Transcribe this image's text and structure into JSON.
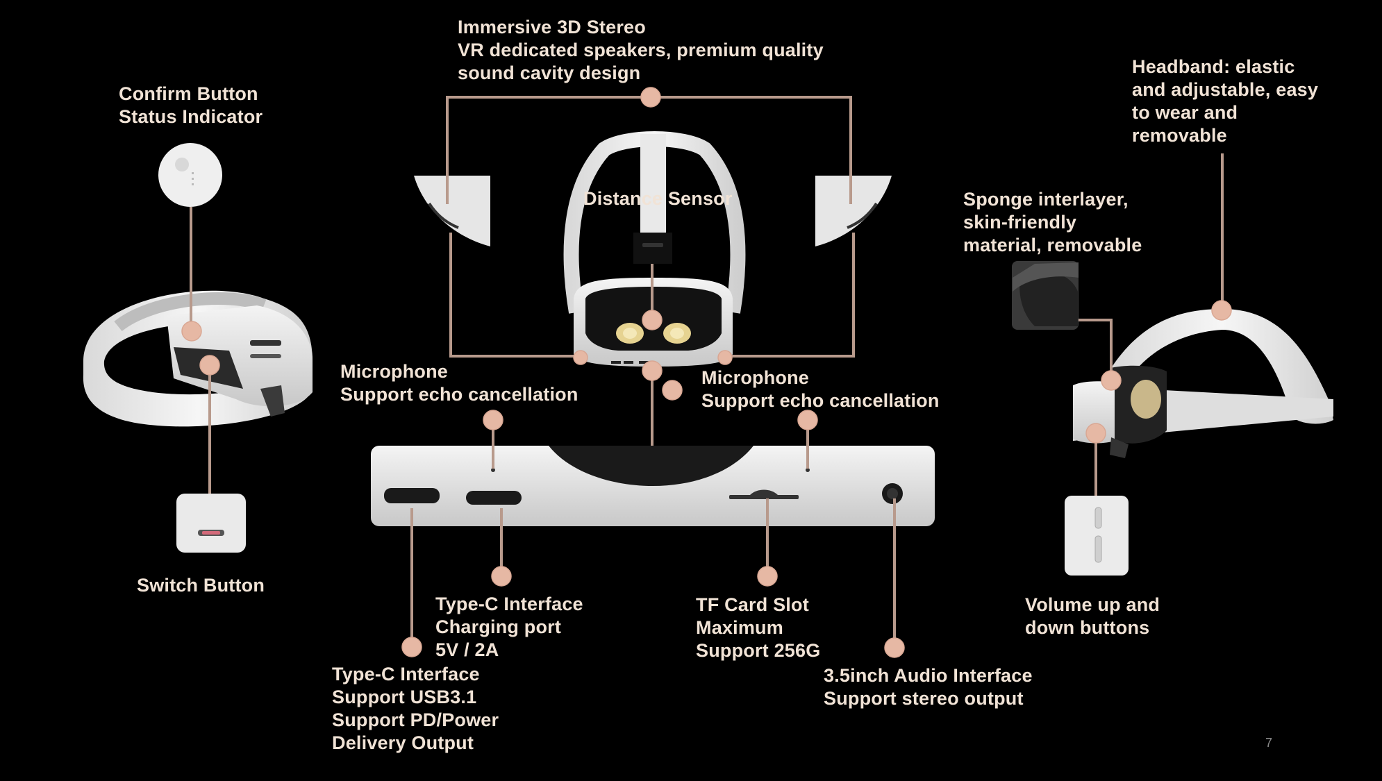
{
  "colors": {
    "background": "#000000",
    "label": "#f1e3d6",
    "leader_line": "#b89a8c",
    "marker": "#e6b8a4",
    "device": "#e8e8e8"
  },
  "labels": {
    "confirm": [
      "Confirm Button",
      "Status Indicator"
    ],
    "switch": [
      "Switch Button"
    ],
    "speakers": [
      "Immersive 3D Stereo",
      "VR dedicated speakers,  premium quality",
      "sound cavity design"
    ],
    "distance": [
      "Distance Sensor"
    ],
    "headband": [
      "Headband: elastic",
      "and adjustable, easy",
      "to wear and",
      "removable"
    ],
    "sponge": [
      "Sponge interlayer,",
      "skin-friendly",
      "material, removable"
    ],
    "mic_left": [
      "Microphone",
      "Support echo cancellation"
    ],
    "mic_right": [
      "Microphone",
      "Support echo cancellation"
    ],
    "typec_charge": [
      "Type-C Interface",
      "Charging port",
      "5V / 2A"
    ],
    "typec_usb": [
      "Type-C Interface",
      "Support USB3.1",
      "Support PD/Power",
      "Delivery Output"
    ],
    "tfcard": [
      "TF Card Slot",
      "Maximum",
      "Support 256G"
    ],
    "audio": [
      "3.5inch Audio Interface",
      "Support stereo output"
    ],
    "volume": [
      "Volume up and",
      "down buttons"
    ]
  },
  "page_number": "7"
}
